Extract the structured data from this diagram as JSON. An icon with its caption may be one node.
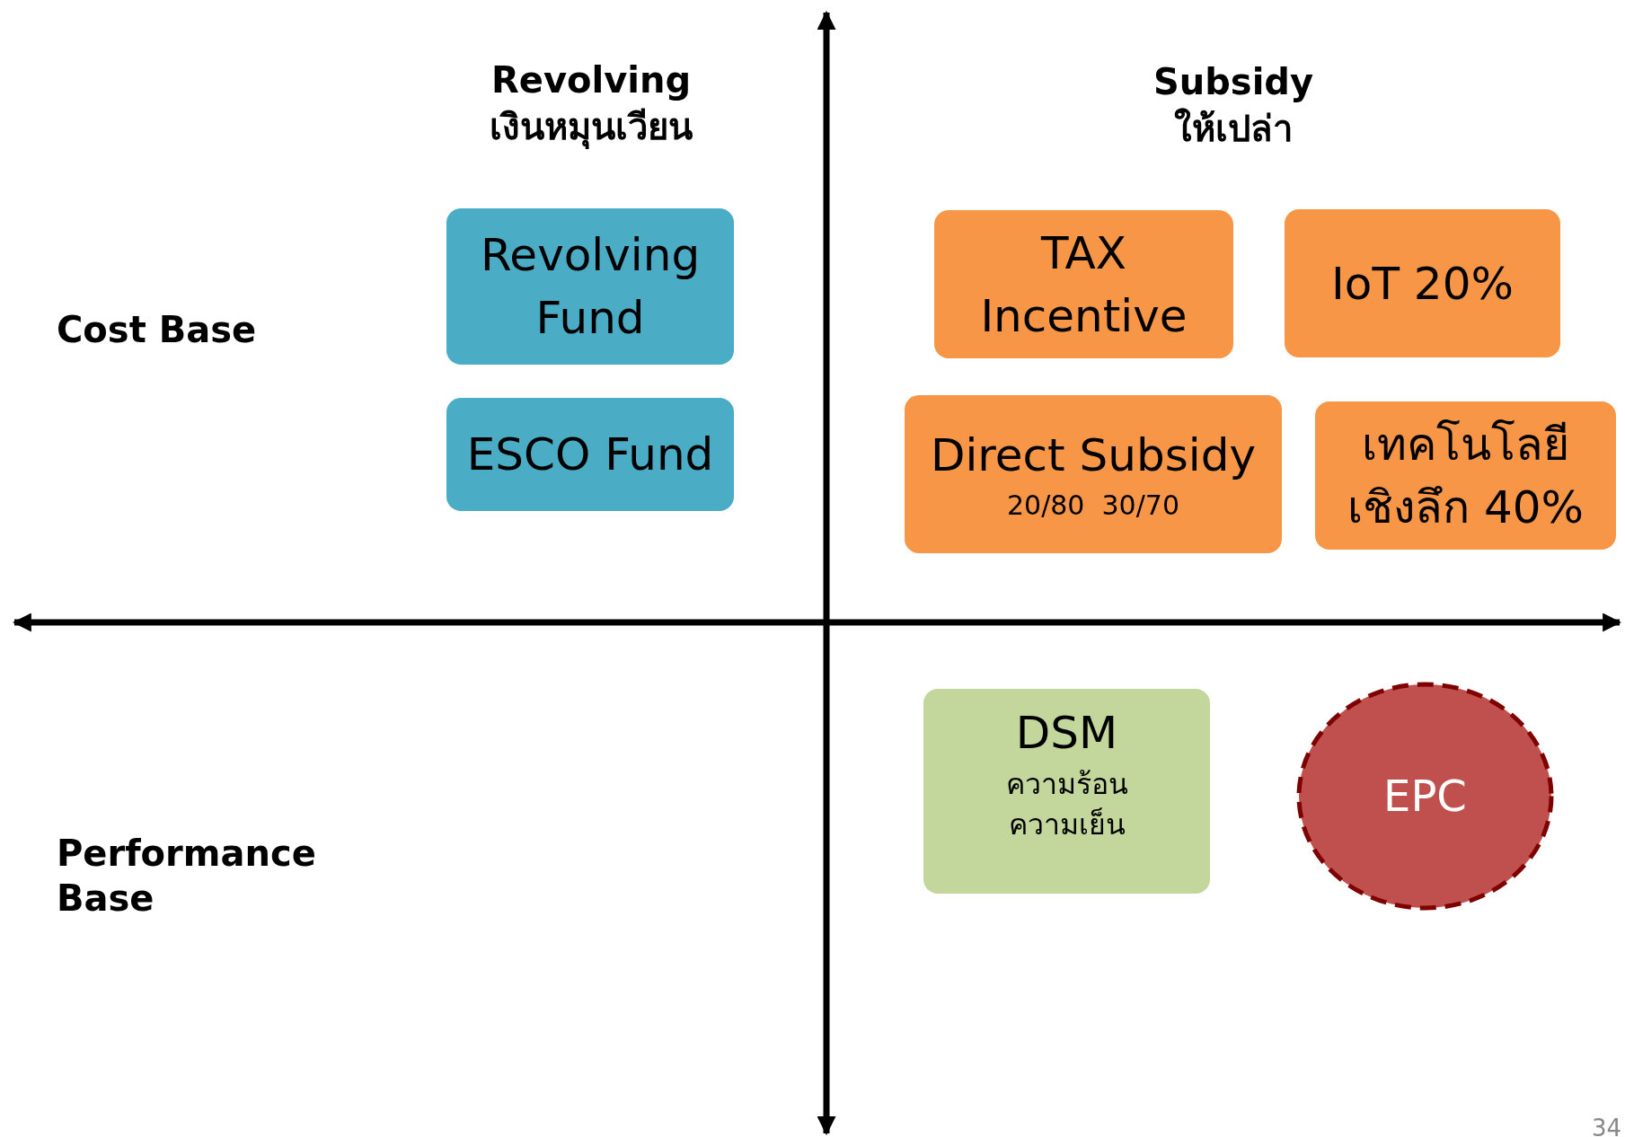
{
  "diagram": {
    "nodes": [
      {
        "text": [
          "Revolving Fund"
        ]
      },
      {
        "text": [
          "ESCO Fund"
        ]
      },
      {
        "text": [
          "TAX Incentive"
        ]
      },
      {
        "text": [
          "IoT 20%"
        ]
      },
      {
        "text": [
          "Direct Subsidy",
          "20/80  30/70"
        ]
      },
      {
        "text": [
          "เทคโนโลยีเชิงลึก 40%"
        ]
      },
      {
        "text": [
          "DSM",
          "ความร้อน",
          "ความเย็น"
        ]
      },
      {
        "text": [
          "EPC"
        ]
      }
    ],
    "edges": [],
    "labels": [
      "Revolving",
      "เงินหมุนเวียน",
      "Subsidy",
      "ให้เปล่า",
      "Cost Base",
      "Performance Base",
      "34"
    ]
  }
}
